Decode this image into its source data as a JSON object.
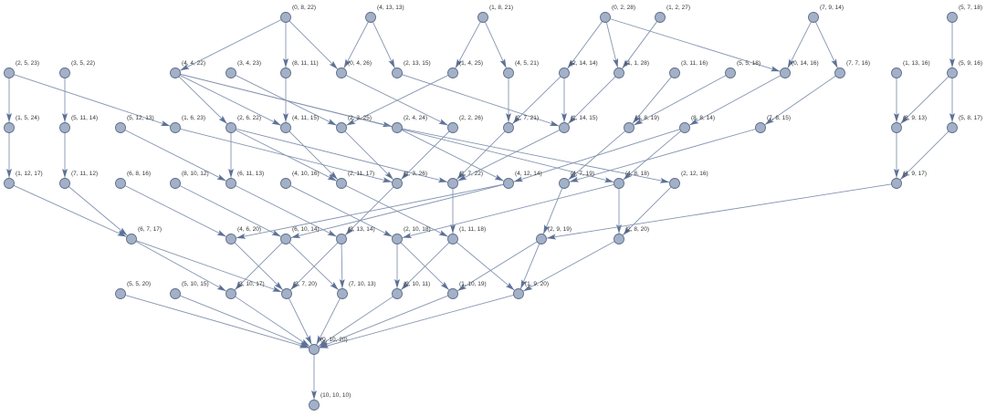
{
  "graph": {
    "type": "directed-layered-graph",
    "colors": {
      "node_fill": "#a3b1c8",
      "node_stroke": "#5f6e88",
      "edge": "#8494b0",
      "arrow": "#5d7196"
    },
    "nodes": [
      "(0, 8, 22)",
      "(4, 13, 13)",
      "(1, 8, 21)",
      "(0, 2, 28)",
      "(1, 2, 27)",
      "(7, 9, 14)",
      "(5, 7, 18)",
      "(2, 5, 23)",
      "(3, 5, 22)",
      "(4, 4, 22)",
      "(3, 4, 23)",
      "(8, 11, 11)",
      "(0, 4, 26)",
      "(2, 13, 15)",
      "(1, 4, 25)",
      "(4, 5, 21)",
      "(2, 14, 14)",
      "(1, 1, 28)",
      "(3, 11, 16)",
      "(5, 5, 18)",
      "(0, 14, 16)",
      "(7, 7, 16)",
      "(1, 13, 16)",
      "(5, 9, 16)",
      "(1, 5, 24)",
      "(5, 11, 14)",
      "(5, 12, 13)",
      "(1, 6, 23)",
      "(2, 6, 22)",
      "(4, 11, 15)",
      "(2, 3, 25)",
      "(2, 4, 24)",
      "(2, 2, 26)",
      "(2, 7, 21)",
      "(1, 14, 15)",
      "(3, 8, 19)",
      "(8, 8, 14)",
      "(7, 8, 15)",
      "(8, 9, 13)",
      "(5, 8, 17)",
      "(1, 12, 17)",
      "(7, 11, 12)",
      "(6, 8, 16)",
      "(8, 10, 12)",
      "(6, 11, 13)",
      "(4, 10, 16)",
      "(2, 11, 17)",
      "(1, 3, 26)",
      "(1, 7, 22)",
      "(4, 12, 14)",
      "(4, 7, 19)",
      "(4, 8, 18)",
      "(2, 12, 16)",
      "(4, 9, 17)",
      "(6, 7, 17)",
      "(4, 6, 20)",
      "(6, 10, 14)",
      "(3, 13, 14)",
      "(2, 10, 18)",
      "(1, 11, 18)",
      "(2, 9, 19)",
      "(2, 8, 20)",
      "(5, 5, 20)",
      "(5, 10, 15)",
      "(3, 10, 17)",
      "(3, 7, 20)",
      "(7, 10, 13)",
      "(9, 10, 11)",
      "(1, 10, 19)",
      "(1, 9, 20)",
      "(0, 10, 20)",
      "(10, 10, 10)"
    ],
    "edges": [
      [
        0,
        9
      ],
      [
        0,
        11
      ],
      [
        0,
        12
      ],
      [
        1,
        12
      ],
      [
        1,
        13
      ],
      [
        2,
        14
      ],
      [
        2,
        15
      ],
      [
        3,
        16
      ],
      [
        3,
        17
      ],
      [
        3,
        20
      ],
      [
        4,
        17
      ],
      [
        5,
        20
      ],
      [
        5,
        21
      ],
      [
        6,
        23
      ],
      [
        7,
        24
      ],
      [
        7,
        27
      ],
      [
        8,
        25
      ],
      [
        9,
        28
      ],
      [
        9,
        29
      ],
      [
        9,
        31
      ],
      [
        9,
        51
      ],
      [
        10,
        30
      ],
      [
        11,
        29
      ],
      [
        12,
        32
      ],
      [
        13,
        34
      ],
      [
        14,
        30
      ],
      [
        15,
        33
      ],
      [
        16,
        33
      ],
      [
        16,
        34
      ],
      [
        17,
        34
      ],
      [
        18,
        35
      ],
      [
        19,
        35
      ],
      [
        20,
        36
      ],
      [
        21,
        37
      ],
      [
        22,
        38
      ],
      [
        23,
        38
      ],
      [
        23,
        39
      ],
      [
        24,
        40
      ],
      [
        25,
        41
      ],
      [
        26,
        44
      ],
      [
        27,
        47
      ],
      [
        28,
        44
      ],
      [
        28,
        46
      ],
      [
        28,
        48
      ],
      [
        29,
        46
      ],
      [
        30,
        47
      ],
      [
        31,
        49
      ],
      [
        31,
        52
      ],
      [
        32,
        47
      ],
      [
        33,
        48
      ],
      [
        34,
        48
      ],
      [
        35,
        50
      ],
      [
        36,
        49
      ],
      [
        36,
        51
      ],
      [
        37,
        50
      ],
      [
        38,
        53
      ],
      [
        39,
        53
      ],
      [
        40,
        54
      ],
      [
        41,
        54
      ],
      [
        42,
        55
      ],
      [
        43,
        56
      ],
      [
        44,
        57
      ],
      [
        45,
        58
      ],
      [
        46,
        59
      ],
      [
        47,
        57
      ],
      [
        48,
        59
      ],
      [
        49,
        55
      ],
      [
        49,
        56
      ],
      [
        50,
        60
      ],
      [
        51,
        61
      ],
      [
        51,
        58
      ],
      [
        52,
        61
      ],
      [
        53,
        60
      ],
      [
        54,
        64
      ],
      [
        54,
        65
      ],
      [
        55,
        65
      ],
      [
        56,
        64
      ],
      [
        56,
        66
      ],
      [
        57,
        65
      ],
      [
        57,
        66
      ],
      [
        58,
        67
      ],
      [
        58,
        68
      ],
      [
        59,
        67
      ],
      [
        59,
        69
      ],
      [
        60,
        68
      ],
      [
        60,
        69
      ],
      [
        61,
        69
      ],
      [
        62,
        70
      ],
      [
        63,
        70
      ],
      [
        64,
        70
      ],
      [
        65,
        70
      ],
      [
        66,
        70
      ],
      [
        67,
        70
      ],
      [
        68,
        70
      ],
      [
        69,
        70
      ],
      [
        70,
        71
      ]
    ]
  }
}
